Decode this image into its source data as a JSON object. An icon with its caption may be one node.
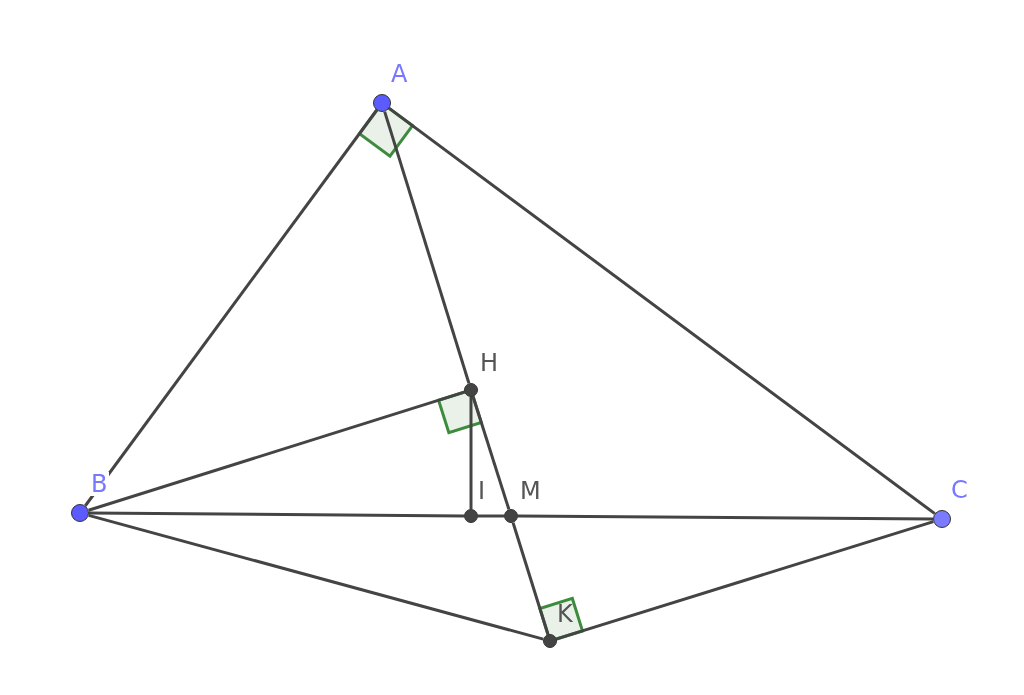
{
  "diagram": {
    "nodes": [
      {
        "text": [
          "A"
        ]
      },
      {
        "text": [
          "B"
        ]
      },
      {
        "text": [
          "C"
        ]
      },
      {
        "text": [
          "H"
        ]
      },
      {
        "text": [
          "I"
        ]
      },
      {
        "text": [
          "M"
        ]
      },
      {
        "text": [
          "K"
        ]
      }
    ],
    "edges": [
      {
        "from": 0,
        "to": 1,
        "arrow": "none"
      },
      {
        "from": 0,
        "to": 2,
        "arrow": "none"
      },
      {
        "from": 0,
        "to": 3,
        "arrow": "none"
      },
      {
        "from": 3,
        "to": 5,
        "arrow": "none"
      },
      {
        "from": 5,
        "to": 6,
        "arrow": "none"
      },
      {
        "from": 1,
        "to": 3,
        "arrow": "none"
      },
      {
        "from": 3,
        "to": 4,
        "arrow": "none"
      },
      {
        "from": 1,
        "to": 4,
        "arrow": "none"
      },
      {
        "from": 4,
        "to": 5,
        "arrow": "none"
      },
      {
        "from": 5,
        "to": 2,
        "arrow": "none"
      },
      {
        "from": 1,
        "to": 6,
        "arrow": "none"
      },
      {
        "from": 6,
        "to": 2,
        "arrow": "none"
      }
    ]
  }
}
